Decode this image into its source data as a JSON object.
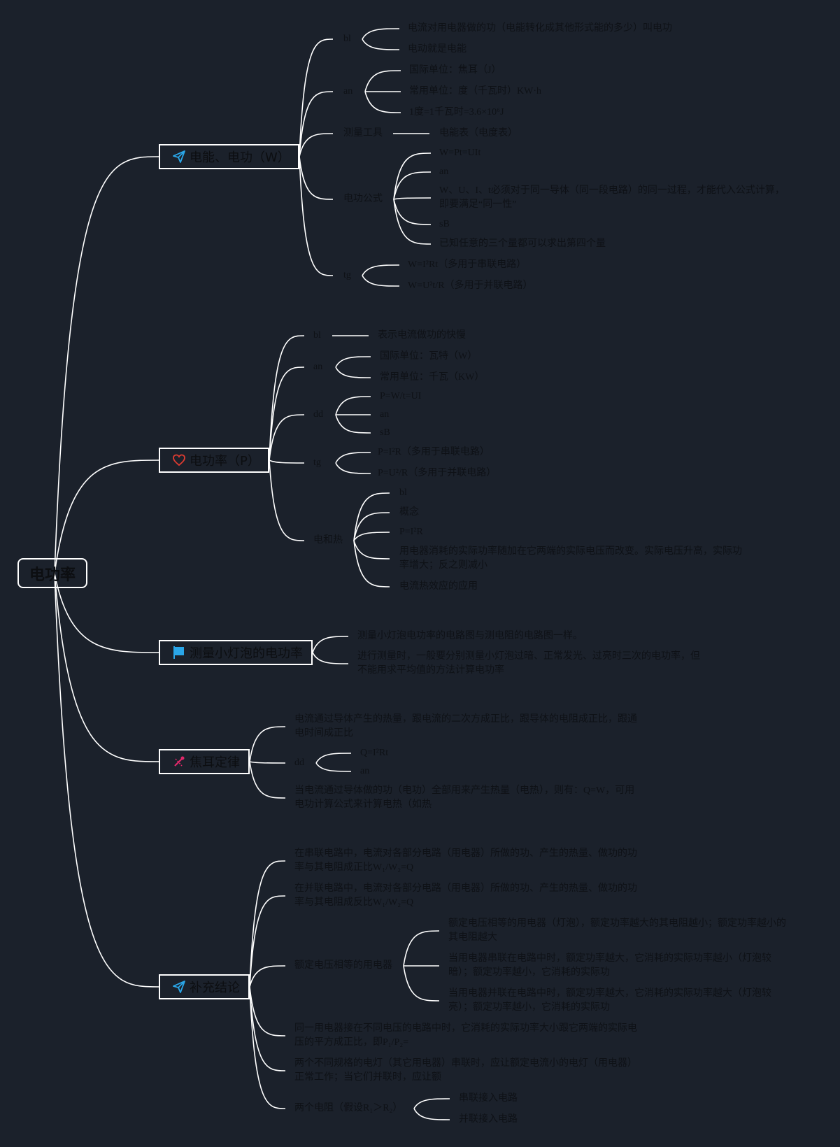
{
  "root": {
    "label": "电功率"
  },
  "branches": {
    "b1": {
      "title": "电能、电功（W）",
      "icon": "paper-plane-icon",
      "bl": {
        "label": "bl",
        "items": [
          "电流对用电器做的功（电能转化成其他形式能的多少）叫电功",
          "电动就是电能"
        ]
      },
      "an": {
        "label": "an",
        "items": [
          "国际单位：焦耳（J）",
          "常用单位：度（千瓦时）KW·h",
          "1度=1千瓦时=3.6×10⁶J"
        ]
      },
      "tool": {
        "label": "测量工具",
        "items": [
          "电能表（电度表）"
        ]
      },
      "formula": {
        "label": "电功公式",
        "items": [
          "W=Pt=UIt",
          "an",
          "W、U、I、t必须对于同一导体（同一段电路）的同一过程，才能代入公式计算，",
          "即要满足“同一性”",
          "sB",
          "已知任意的三个量都可以求出第四个量"
        ]
      },
      "tg": {
        "label": "tg",
        "items": [
          "W=I²Rt（多用于串联电路）",
          "W=U²t/R（多用于并联电路）"
        ]
      }
    },
    "b2": {
      "title": "电功率（P）",
      "icon": "heart-icon",
      "bl": {
        "label": "bl",
        "items": [
          "表示电流做功的快慢"
        ]
      },
      "an": {
        "label": "an",
        "items": [
          "国际单位：瓦特（W）",
          "常用单位：千瓦（KW）"
        ]
      },
      "dd": {
        "label": "dd",
        "items": [
          "P=W/t=UI",
          "an",
          "sB"
        ]
      },
      "tg": {
        "label": "tg",
        "items": [
          "P=I²R（多用于串联电路）",
          "P=U²/R（多用于并联电路）"
        ]
      },
      "heat": {
        "label": "电和热",
        "items": [
          "bl",
          "概念",
          "P=I²R",
          "用电器消耗的实际功率随加在它两端的实际电压而改变。实际电压升高，实际功",
          "率增大；反之则减小",
          "电流热效应的应用"
        ]
      }
    },
    "b3": {
      "title": "测量小灯泡的电功率",
      "icon": "flag-icon",
      "items": [
        "测量小灯泡电功率的电路图与测电阻的电路图一样。",
        "进行测量时，一般要分别测量小灯泡过暗、正常发光、过亮时三次的电功率，但",
        "不能用求平均值的方法计算电功率"
      ]
    },
    "b4": {
      "title": "焦耳定律",
      "icon": "tools-icon",
      "items": [
        "电流通过导体产生的热量，跟电流的二次方成正比，跟导体的电阻成正比，跟通",
        "电时间成正比",
        "当电流通过导体做的功（电功）全部用来产生热量（电热），则有：Q=W，可用",
        "电功计算公式来计算电热（如热"
      ],
      "dd": {
        "label": "dd",
        "items": [
          "Q=I²Rt",
          "an"
        ]
      }
    },
    "b5": {
      "title": "补充结论",
      "icon": "paper-plane-icon",
      "items": [
        "在串联电路中，电流对各部分电路（用电器）所做的功、产生的热量、做功的功",
        "率与其电阻成正比W₁/W₂=Q",
        "在并联电路中，电流对各部分电路（用电器）所做的功、产生的热量、做功的功",
        "率与其电阻成反比W₁/W₂=Q",
        "同一用电器接在不同电压的电路中时，它消耗的实际功率大小跟它两端的实际电",
        "压的平方成正比，即P₁/P₂=",
        "两个不同规格的电灯（其它用电器）串联时，应让额定电流小的电灯（用电器）",
        "正常工作；当它们并联时，应让额"
      ],
      "rated": {
        "label": "额定电压相等的用电器",
        "items": [
          "额定电压相等的用电器（灯泡），额定功率越大的其电阻越小；额定功率越小的",
          "其电阻越大",
          "当用电器串联在电路中时，额定功率越大，它消耗的实际功率越小（灯泡较",
          "暗）；额定功率越小，它消耗的实际功",
          "当用电器并联在电路中时，额定功率越大，它消耗的实际功率越大（灯泡较",
          "亮）；额定功率越小，它消耗的实际功"
        ]
      },
      "two": {
        "label": "两个电阻（假设R₁＞R₂）",
        "items": [
          "串联接入电路",
          "并联接入电路"
        ]
      }
    }
  },
  "colors": {
    "background": "#1b212b",
    "line": "#ffffff",
    "text": "#0e1116",
    "plane": "#2aa6e8",
    "heart": "#e03c31",
    "flag": "#2aa6e8",
    "tools": "#e0286a"
  }
}
